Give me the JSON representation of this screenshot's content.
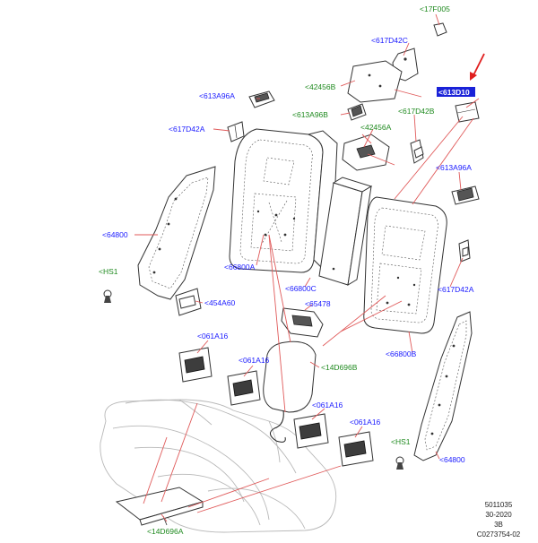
{
  "labels": {
    "p17F005": "17F005",
    "p617D42C": "617D42C",
    "p42456B": "42456B",
    "p613D10": "613D10",
    "p613A96A_top": "613A96A",
    "p613A96B": "613A96B",
    "p617D42B": "617D42B",
    "p617D42A_top": "617D42A",
    "p42456A": "42456A",
    "p613A96A_right": "613A96A",
    "p64800_left": "64800",
    "p66800A": "66800A",
    "p66800C": "66800C",
    "p617D42A_right": "617D42A",
    "pHS1_left": "HS1",
    "p454A60": "454A60",
    "p65478": "65478",
    "p66800B": "66800B",
    "p061A16_a": "061A16",
    "p061A16_b": "061A16",
    "p14D696B": "14D696B",
    "p061A16_c": "061A16",
    "p061A16_d": "061A16",
    "pHS1_right": "HS1",
    "p64800_right": "64800",
    "p14D696A": "14D696A"
  },
  "highlight": {
    "label": "613D10",
    "color": "#1a22d8"
  },
  "colors": {
    "label_blue": "#1a1aff",
    "label_green": "#1f8a1f",
    "leader": "#e05a5a",
    "arrow": "#e01e1e"
  },
  "reference": {
    "line1": "5011035",
    "line2": "30-2020",
    "line3": "3B",
    "line4": "C0273754-02"
  }
}
